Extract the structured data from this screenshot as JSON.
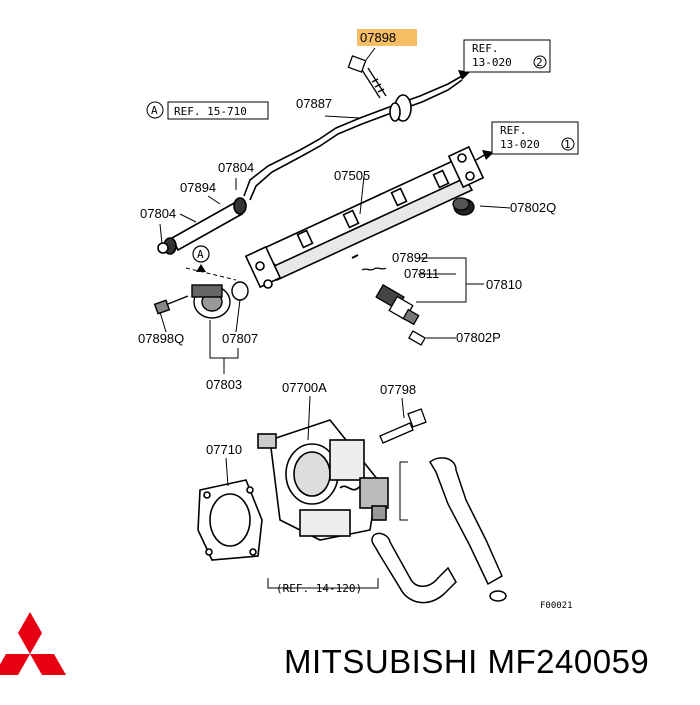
{
  "parts": {
    "p07898": "07898",
    "p07887": "07887",
    "p07804_top": "07804",
    "p07894": "07894",
    "p07804_left": "07804",
    "p07505": "07505",
    "p07802Q": "07802Q",
    "p07892": "07892",
    "p07811": "07811",
    "p07810": "07810",
    "p07802P": "07802P",
    "p07898Q": "07898Q",
    "p07807": "07807",
    "p07803": "07803",
    "p07700A": "07700A",
    "p07798": "07798",
    "p07710": "07710"
  },
  "refs": {
    "ref1_line1": "REF.",
    "ref1_line2": "13-020",
    "ref1_circle": "2",
    "ref2_line1": "REF.",
    "ref2_line2": "13-020",
    "ref2_circle": "1",
    "ref3_mark": "A",
    "ref3_text": "REF. 15-710",
    "ref4_text": "(REF. 14-120)",
    "marker_a": "A"
  },
  "figure_code": "F00021",
  "brand": {
    "name": "MITSUBISHI MF240059",
    "logo_color": "#e60012"
  },
  "highlight_color": "#f5b34a"
}
